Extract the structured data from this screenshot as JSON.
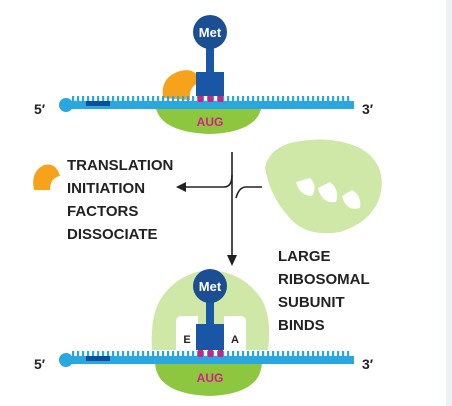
{
  "top_complex": {
    "met_label": "Met",
    "codon_label": "AUG",
    "five_prime": "5′",
    "three_prime": "3′"
  },
  "factors_caption": {
    "line1": "TRANSLATION",
    "line2": "INITIATION",
    "line3": "FACTORS",
    "line4": "DISSOCIATE"
  },
  "large_subunit_caption": {
    "line1": "LARGE",
    "line2": "RIBOSOMAL",
    "line3": "SUBUNIT",
    "line4": "BINDS"
  },
  "bottom_complex": {
    "met_label": "Met",
    "codon_label": "AUG",
    "e_site": "E",
    "a_site": "A",
    "five_prime": "5′",
    "three_prime": "3′"
  },
  "colors": {
    "mrna": "#2aa7df",
    "mrna_dark": "#0b4f9c",
    "small_subunit": "#8dc63f",
    "large_subunit": "#cfe8a7",
    "trna": "#1a56a6",
    "met": "#1b4e93",
    "codon": "#d61f82",
    "factor": "#f6a21b"
  }
}
